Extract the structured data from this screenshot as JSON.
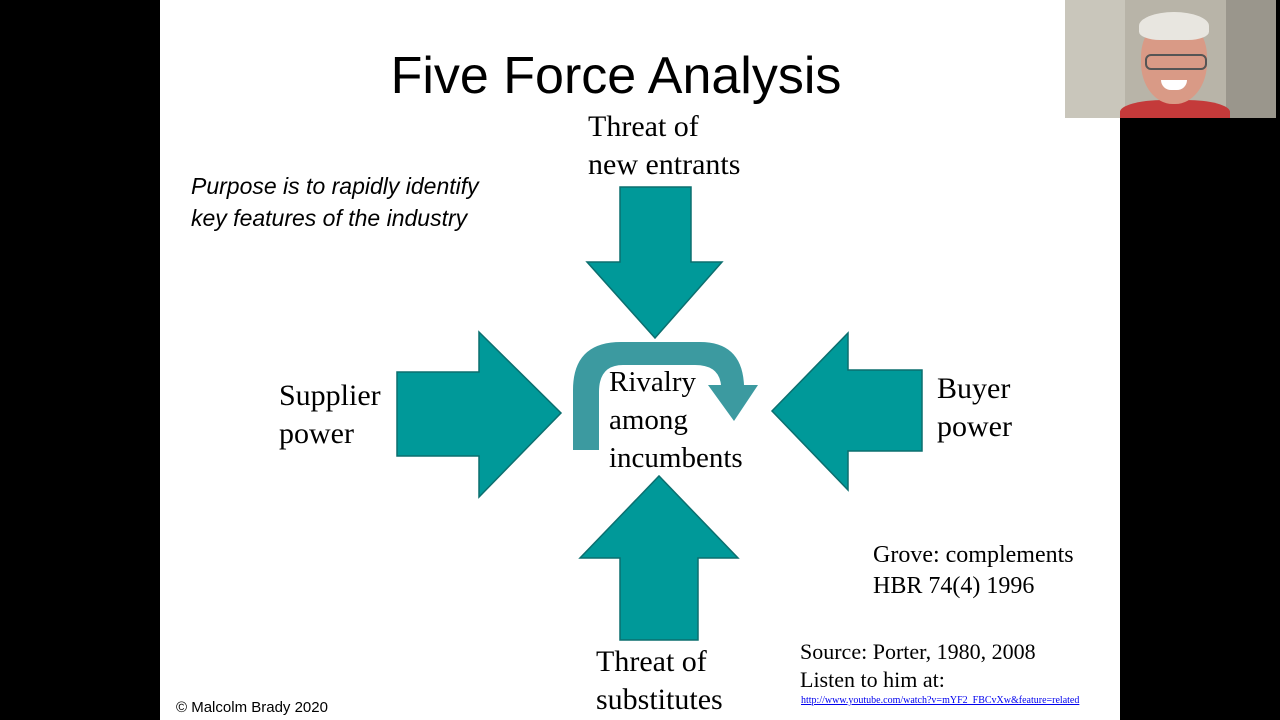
{
  "slide": {
    "title": "Five Force Analysis",
    "purpose": "Purpose is to rapidly identify key features of the industry",
    "forces": {
      "top": [
        "Threat of",
        "new entrants"
      ],
      "left": [
        "Supplier",
        "power"
      ],
      "right": [
        "Buyer",
        "power"
      ],
      "bottom": [
        "Threat of",
        "substitutes"
      ],
      "center": [
        "Rivalry",
        "among",
        "incumbents"
      ]
    },
    "grove": [
      "Grove: complements",
      "HBR 74(4) 1996"
    ],
    "source": [
      "Source: Porter, 1980, 2008",
      "Listen to him at:"
    ],
    "link": "http://www.youtube.com/watch?v=mYF2_FBCvXw&feature=related",
    "copyright": "© Malcolm Brady 2020"
  },
  "colors": {
    "arrow_fill": "#009999",
    "arrow_stroke": "#0b6f6f",
    "curved_arrow": "#3c9aa0",
    "slide_background": "#ffffff",
    "page_background": "#000000"
  },
  "icons": {
    "webcam": "presenter-webcam-feed"
  }
}
